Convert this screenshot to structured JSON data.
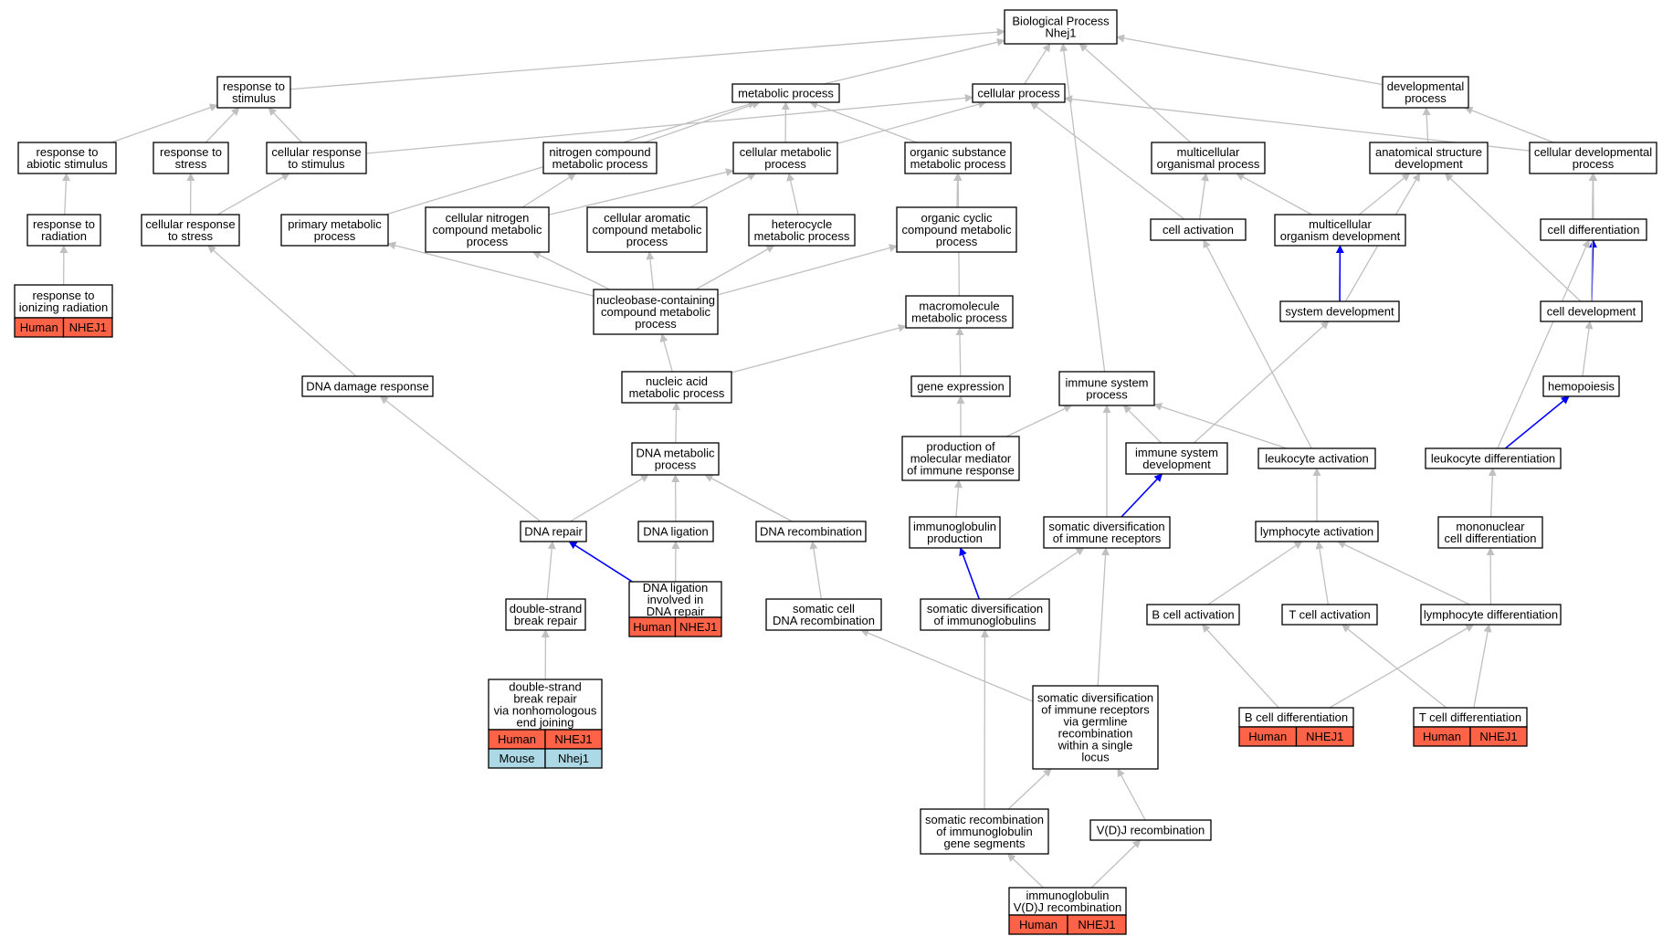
{
  "colors": {
    "node_fill": "#ffffff",
    "node_stroke": "#000000",
    "edge_default": "#c0c0c0",
    "edge_highlight": "#0000ff",
    "human_fill": "#ff6347",
    "mouse_fill": "#add8e6"
  },
  "nodes": {
    "bp": {
      "lines": [
        "Biological Process",
        "Nhej1"
      ]
    },
    "response_to_stimulus": {
      "lines": [
        "response to",
        "stimulus"
      ]
    },
    "metabolic_process": {
      "lines": [
        "metabolic process"
      ]
    },
    "cellular_process": {
      "lines": [
        "cellular process"
      ]
    },
    "developmental_process": {
      "lines": [
        "developmental",
        "process"
      ]
    },
    "response_to_abiotic_stimulus": {
      "lines": [
        "response to",
        "abiotic stimulus"
      ]
    },
    "response_to_stress": {
      "lines": [
        "response to",
        "stress"
      ]
    },
    "cellular_response_to_stimulus": {
      "lines": [
        "cellular response",
        "to stimulus"
      ]
    },
    "nitrogen_compound_metabolic_process": {
      "lines": [
        "nitrogen compound",
        "metabolic process"
      ]
    },
    "cellular_metabolic_process": {
      "lines": [
        "cellular metabolic",
        "process"
      ]
    },
    "organic_substance_metabolic_process": {
      "lines": [
        "organic substance",
        "metabolic process"
      ]
    },
    "multicellular_organismal_process": {
      "lines": [
        "multicellular",
        "organismal process"
      ]
    },
    "anatomical_structure_development": {
      "lines": [
        "anatomical structure",
        "development"
      ]
    },
    "cellular_developmental_process": {
      "lines": [
        "cellular developmental",
        "process"
      ]
    },
    "response_to_radiation": {
      "lines": [
        "response to",
        "radiation"
      ]
    },
    "cellular_response_to_stress": {
      "lines": [
        "cellular response",
        "to stress"
      ]
    },
    "primary_metabolic_process": {
      "lines": [
        "primary metabolic",
        "process"
      ]
    },
    "cellular_nitrogen_compound_metabolic_process": {
      "lines": [
        "cellular nitrogen",
        "compound metabolic",
        "process"
      ]
    },
    "cellular_aromatic_compound_metabolic_process": {
      "lines": [
        "cellular aromatic",
        "compound metabolic",
        "process"
      ]
    },
    "heterocycle_metabolic_process": {
      "lines": [
        "heterocycle",
        "metabolic process"
      ]
    },
    "organic_cyclic_compound_metabolic_process": {
      "lines": [
        "organic cyclic",
        "compound metabolic",
        "process"
      ]
    },
    "cell_activation": {
      "lines": [
        "cell activation"
      ]
    },
    "multicellular_organism_development": {
      "lines": [
        "multicellular",
        "organism development"
      ]
    },
    "cell_differentiation": {
      "lines": [
        "cell differentiation"
      ]
    },
    "response_to_ionizing_radiation": {
      "lines": [
        "response to",
        "ionizing radiation"
      ],
      "tags": [
        [
          "Human",
          "NHEJ1"
        ]
      ]
    },
    "nucleobase_containing_compound_metabolic_process": {
      "lines": [
        "nucleobase-containing",
        "compound metabolic",
        "process"
      ]
    },
    "macromolecule_metabolic_process": {
      "lines": [
        "macromolecule",
        "metabolic process"
      ]
    },
    "system_development": {
      "lines": [
        "system development"
      ]
    },
    "cell_development": {
      "lines": [
        "cell development"
      ]
    },
    "dna_damage_response": {
      "lines": [
        "DNA damage response"
      ]
    },
    "nucleic_acid_metabolic_process": {
      "lines": [
        "nucleic acid",
        "metabolic process"
      ]
    },
    "gene_expression": {
      "lines": [
        "gene expression"
      ]
    },
    "immune_system_process": {
      "lines": [
        "immune system",
        "process"
      ]
    },
    "hemopoiesis": {
      "lines": [
        "hemopoiesis"
      ]
    },
    "dna_metabolic_process": {
      "lines": [
        "DNA metabolic",
        "process"
      ]
    },
    "production_of_molecular_mediator": {
      "lines": [
        "production of",
        "molecular mediator",
        "of immune response"
      ]
    },
    "immune_system_development": {
      "lines": [
        "immune system",
        "development"
      ]
    },
    "leukocyte_activation": {
      "lines": [
        "leukocyte activation"
      ]
    },
    "leukocyte_differentiation": {
      "lines": [
        "leukocyte differentiation"
      ]
    },
    "dna_repair": {
      "lines": [
        "DNA repair"
      ]
    },
    "dna_ligation": {
      "lines": [
        "DNA ligation"
      ]
    },
    "dna_recombination": {
      "lines": [
        "DNA recombination"
      ]
    },
    "immunoglobulin_production": {
      "lines": [
        "immunoglobulin",
        "production"
      ]
    },
    "somatic_diversification_of_immune_receptors": {
      "lines": [
        "somatic diversification",
        "of immune receptors"
      ]
    },
    "lymphocyte_activation": {
      "lines": [
        "lymphocyte activation"
      ]
    },
    "mononuclear_cell_differentiation": {
      "lines": [
        "mononuclear",
        "cell differentiation"
      ]
    },
    "dna_ligation_involved_in_dna_repair": {
      "lines": [
        "DNA ligation",
        "involved in",
        "DNA repair"
      ],
      "tags": [
        [
          "Human",
          "NHEJ1"
        ]
      ]
    },
    "double_strand_break_repair": {
      "lines": [
        "double-strand",
        "break repair"
      ]
    },
    "somatic_cell_dna_recombination": {
      "lines": [
        "somatic cell",
        "DNA recombination"
      ]
    },
    "somatic_diversification_of_immunoglobulins": {
      "lines": [
        "somatic diversification",
        "of immunoglobulins"
      ]
    },
    "b_cell_activation": {
      "lines": [
        "B cell activation"
      ]
    },
    "t_cell_activation": {
      "lines": [
        "T cell activation"
      ]
    },
    "lymphocyte_differentiation": {
      "lines": [
        "lymphocyte differentiation"
      ]
    },
    "dsb_repair_nhej": {
      "lines": [
        "double-strand",
        "break repair",
        "via nonhomologous",
        "end joining"
      ],
      "tags": [
        [
          "Human",
          "NHEJ1"
        ],
        [
          "Mouse",
          "Nhej1"
        ]
      ]
    },
    "somatic_diversification_via_germline": {
      "lines": [
        "somatic diversification",
        "of immune receptors",
        "via germline",
        "recombination",
        "within a single",
        "locus"
      ]
    },
    "b_cell_differentiation": {
      "lines": [
        "B cell differentiation"
      ],
      "tags": [
        [
          "Human",
          "NHEJ1"
        ]
      ]
    },
    "t_cell_differentiation": {
      "lines": [
        "T cell differentiation"
      ],
      "tags": [
        [
          "Human",
          "NHEJ1"
        ]
      ]
    },
    "somatic_recombination_of_immunoglobulin_gene_segments": {
      "lines": [
        "somatic recombination",
        "of immunoglobulin",
        "gene segments"
      ]
    },
    "vdj_recombination": {
      "lines": [
        "V(D)J recombination"
      ]
    },
    "immunoglobulin_vdj_recombination": {
      "lines": [
        "immunoglobulin",
        "V(D)J recombination"
      ],
      "tags": [
        [
          "Human",
          "NHEJ1"
        ]
      ]
    }
  },
  "edges": [
    [
      "response_to_stimulus",
      "bp"
    ],
    [
      "metabolic_process",
      "bp"
    ],
    [
      "cellular_process",
      "bp"
    ],
    [
      "developmental_process",
      "bp"
    ],
    [
      "multicellular_organismal_process",
      "bp"
    ],
    [
      "immune_system_process",
      "bp"
    ],
    [
      "response_to_abiotic_stimulus",
      "response_to_stimulus"
    ],
    [
      "response_to_stress",
      "response_to_stimulus"
    ],
    [
      "cellular_response_to_stimulus",
      "response_to_stimulus"
    ],
    [
      "cellular_response_to_stimulus",
      "cellular_process"
    ],
    [
      "nitrogen_compound_metabolic_process",
      "metabolic_process"
    ],
    [
      "cellular_metabolic_process",
      "metabolic_process"
    ],
    [
      "cellular_metabolic_process",
      "cellular_process"
    ],
    [
      "organic_substance_metabolic_process",
      "metabolic_process"
    ],
    [
      "primary_metabolic_process",
      "metabolic_process"
    ],
    [
      "anatomical_structure_development",
      "developmental_process"
    ],
    [
      "cellular_developmental_process",
      "developmental_process"
    ],
    [
      "cellular_developmental_process",
      "cellular_process"
    ],
    [
      "cell_activation",
      "cellular_process"
    ],
    [
      "cell_activation",
      "multicellular_organismal_process"
    ],
    [
      "multicellular_organism_development",
      "multicellular_organismal_process"
    ],
    [
      "multicellular_organism_development",
      "anatomical_structure_development"
    ],
    [
      "response_to_radiation",
      "response_to_abiotic_stimulus"
    ],
    [
      "cellular_response_to_stress",
      "response_to_stress"
    ],
    [
      "cellular_response_to_stress",
      "cellular_response_to_stimulus"
    ],
    [
      "cellular_nitrogen_compound_metabolic_process",
      "nitrogen_compound_metabolic_process"
    ],
    [
      "cellular_nitrogen_compound_metabolic_process",
      "cellular_metabolic_process"
    ],
    [
      "cellular_aromatic_compound_metabolic_process",
      "cellular_metabolic_process"
    ],
    [
      "heterocycle_metabolic_process",
      "cellular_metabolic_process"
    ],
    [
      "organic_cyclic_compound_metabolic_process",
      "organic_substance_metabolic_process"
    ],
    [
      "cell_differentiation",
      "cellular_developmental_process"
    ],
    [
      "response_to_ionizing_radiation",
      "response_to_radiation"
    ],
    [
      "nucleobase_containing_compound_metabolic_process",
      "primary_metabolic_process"
    ],
    [
      "nucleobase_containing_compound_metabolic_process",
      "cellular_nitrogen_compound_metabolic_process"
    ],
    [
      "nucleobase_containing_compound_metabolic_process",
      "cellular_aromatic_compound_metabolic_process"
    ],
    [
      "nucleobase_containing_compound_metabolic_process",
      "heterocycle_metabolic_process"
    ],
    [
      "nucleobase_containing_compound_metabolic_process",
      "organic_cyclic_compound_metabolic_process"
    ],
    [
      "macromolecule_metabolic_process",
      "organic_substance_metabolic_process"
    ],
    [
      "system_development",
      "multicellular_organism_development",
      "blue"
    ],
    [
      "system_development",
      "anatomical_structure_development"
    ],
    [
      "cell_development",
      "cell_differentiation",
      "blue"
    ],
    [
      "cell_development",
      "anatomical_structure_development"
    ],
    [
      "cell_development",
      "cellular_developmental_process"
    ],
    [
      "dna_damage_response",
      "cellular_response_to_stress"
    ],
    [
      "nucleic_acid_metabolic_process",
      "nucleobase_containing_compound_metabolic_process"
    ],
    [
      "nucleic_acid_metabolic_process",
      "macromolecule_metabolic_process"
    ],
    [
      "gene_expression",
      "macromolecule_metabolic_process"
    ],
    [
      "hemopoiesis",
      "cell_development"
    ],
    [
      "dna_metabolic_process",
      "nucleic_acid_metabolic_process"
    ],
    [
      "production_of_molecular_mediator",
      "gene_expression"
    ],
    [
      "production_of_molecular_mediator",
      "immune_system_process"
    ],
    [
      "immune_system_development",
      "immune_system_process"
    ],
    [
      "immune_system_development",
      "system_development"
    ],
    [
      "leukocyte_activation",
      "immune_system_process"
    ],
    [
      "leukocyte_activation",
      "cell_activation"
    ],
    [
      "leukocyte_differentiation",
      "hemopoiesis",
      "blue"
    ],
    [
      "leukocyte_differentiation",
      "cell_differentiation"
    ],
    [
      "dna_repair",
      "dna_damage_response"
    ],
    [
      "dna_repair",
      "dna_metabolic_process"
    ],
    [
      "dna_ligation",
      "dna_metabolic_process"
    ],
    [
      "dna_recombination",
      "dna_metabolic_process"
    ],
    [
      "immunoglobulin_production",
      "production_of_molecular_mediator"
    ],
    [
      "somatic_diversification_of_immune_receptors",
      "immune_system_process"
    ],
    [
      "somatic_diversification_of_immune_receptors",
      "immune_system_development",
      "blue"
    ],
    [
      "lymphocyte_activation",
      "leukocyte_activation"
    ],
    [
      "mononuclear_cell_differentiation",
      "leukocyte_differentiation"
    ],
    [
      "dna_ligation_involved_in_dna_repair",
      "dna_repair",
      "blue"
    ],
    [
      "dna_ligation_involved_in_dna_repair",
      "dna_ligation"
    ],
    [
      "double_strand_break_repair",
      "dna_repair"
    ],
    [
      "somatic_cell_dna_recombination",
      "dna_recombination"
    ],
    [
      "somatic_diversification_of_immunoglobulins",
      "immunoglobulin_production",
      "blue"
    ],
    [
      "somatic_diversification_of_immunoglobulins",
      "somatic_diversification_of_immune_receptors"
    ],
    [
      "b_cell_activation",
      "lymphocyte_activation"
    ],
    [
      "t_cell_activation",
      "lymphocyte_activation"
    ],
    [
      "lymphocyte_differentiation",
      "lymphocyte_activation"
    ],
    [
      "lymphocyte_differentiation",
      "mononuclear_cell_differentiation"
    ],
    [
      "dsb_repair_nhej",
      "double_strand_break_repair"
    ],
    [
      "somatic_diversification_via_germline",
      "somatic_cell_dna_recombination"
    ],
    [
      "somatic_diversification_via_germline",
      "somatic_diversification_of_immune_receptors"
    ],
    [
      "b_cell_differentiation",
      "b_cell_activation"
    ],
    [
      "b_cell_differentiation",
      "lymphocyte_differentiation"
    ],
    [
      "t_cell_differentiation",
      "t_cell_activation"
    ],
    [
      "t_cell_differentiation",
      "lymphocyte_differentiation"
    ],
    [
      "somatic_recombination_of_immunoglobulin_gene_segments",
      "somatic_diversification_of_immunoglobulins"
    ],
    [
      "somatic_recombination_of_immunoglobulin_gene_segments",
      "somatic_diversification_via_germline"
    ],
    [
      "vdj_recombination",
      "somatic_diversification_via_germline"
    ],
    [
      "immunoglobulin_vdj_recombination",
      "somatic_recombination_of_immunoglobulin_gene_segments"
    ],
    [
      "immunoglobulin_vdj_recombination",
      "vdj_recombination"
    ]
  ]
}
